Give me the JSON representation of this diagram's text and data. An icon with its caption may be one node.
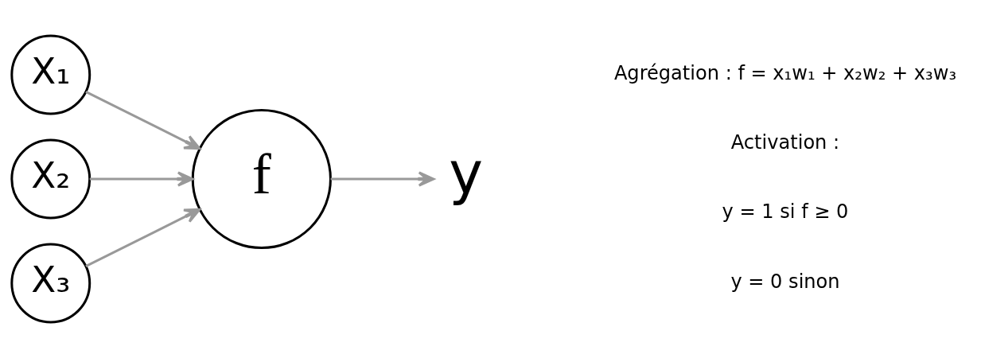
{
  "diagram": {
    "nodes": [
      {
        "text": [
          "X₁"
        ]
      },
      {
        "text": [
          "X₂"
        ]
      },
      {
        "text": [
          "X₃"
        ]
      },
      {
        "text": [
          "f"
        ]
      },
      {
        "text": [
          "y"
        ]
      }
    ],
    "edges": [
      {
        "from": 0,
        "to": 3,
        "arrow": "to"
      },
      {
        "from": 1,
        "to": 3,
        "arrow": "to"
      },
      {
        "from": 2,
        "to": 3,
        "arrow": "to"
      },
      {
        "from": 3,
        "to": 4,
        "arrow": "to"
      }
    ],
    "labels": [
      "Agrégation : f = x₁w₁ + x₂w₂ + x₃w₃",
      "Activation :",
      "y = 1 si f ≥ 0",
      "y = 0 sinon"
    ]
  }
}
